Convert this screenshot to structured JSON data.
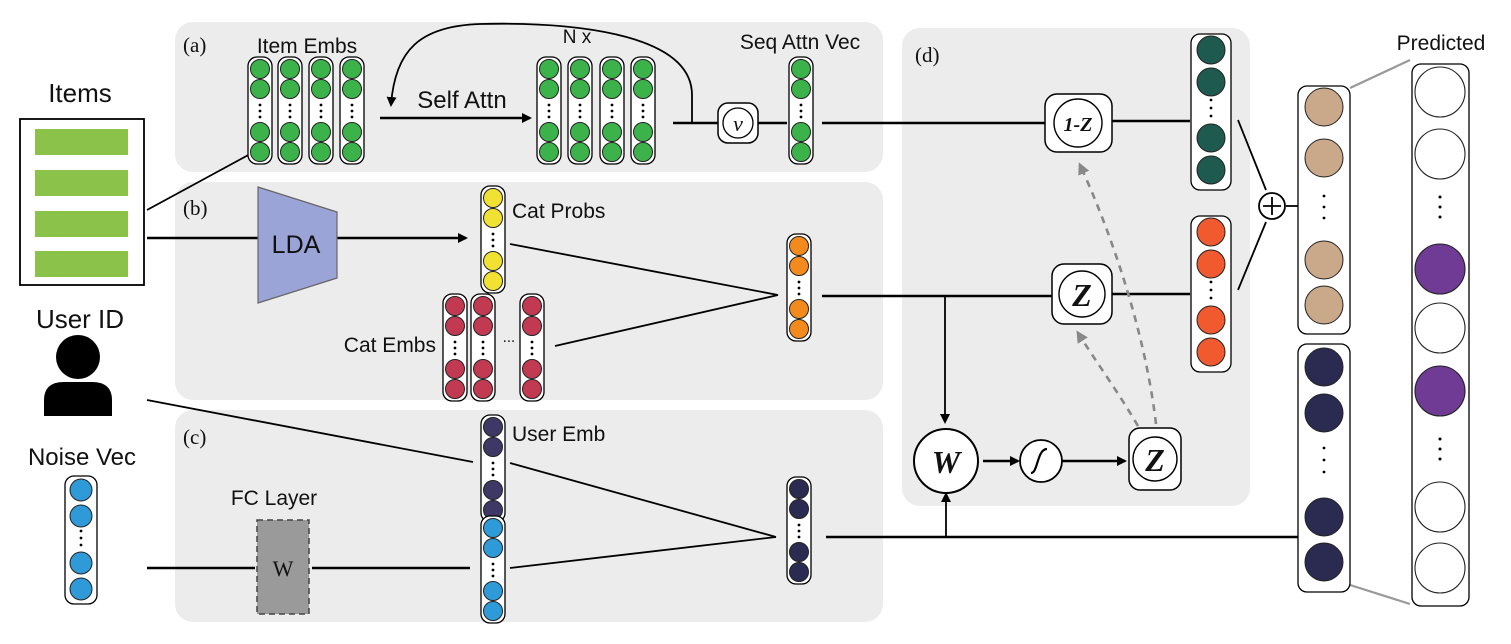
{
  "labels": {
    "items": "Items",
    "user_id": "User ID",
    "noise_vec": "Noise Vec",
    "panel_a": "(a)",
    "panel_b": "(b)",
    "panel_c": "(c)",
    "panel_d": "(d)",
    "item_embs": "Item Embs",
    "n_x": "N x",
    "self_attn": "Self Attn",
    "seq_attn_vec": "Seq Attn Vec",
    "v_op": "v",
    "lda": "LDA",
    "cat_probs": "Cat Probs",
    "cat_embs": "Cat Embs",
    "ellipsis": "···",
    "user_emb": "User Emb",
    "fc_layer": "FC Layer",
    "fc_w": "W",
    "one_minus_z": "1-Z",
    "z_gate": "Z",
    "z_out": "Z",
    "w_node": "W",
    "sigmoid": "∫",
    "plus": "+",
    "predicted": "Predicted"
  },
  "colors": {
    "green": "#3cb34a",
    "yellow": "#f1e132",
    "red": "#c23a52",
    "orange": "#f28a1e",
    "navy": "#2b2b52",
    "navy_light": "#3d3866",
    "blue": "#2f9ad8",
    "teal": "#1f5a50",
    "orange_red": "#f05a2e",
    "tan": "#c9a98a",
    "purple": "#6f3b95",
    "item_bar": "#8bc34a",
    "lda": "#9aa4d6",
    "fc": "#9a9a9a",
    "panel": "#ececec",
    "dashed_arrow": "#888888"
  },
  "icons": [
    "item-list-icon",
    "user-silhouette-icon",
    "sigmoid-icon",
    "plus-icon"
  ]
}
